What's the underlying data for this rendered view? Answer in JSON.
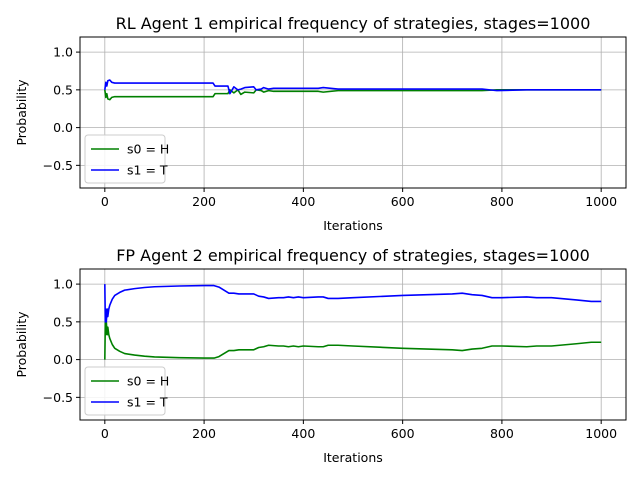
{
  "chart_data": [
    {
      "type": "line",
      "title": "RL Agent 1 empirical frequency of strategies, stages=1000",
      "xlabel": "Iterations",
      "ylabel": "Probability",
      "xlim": [
        -50,
        1050
      ],
      "ylim": [
        -0.8,
        1.2
      ],
      "xticks": [
        0,
        200,
        400,
        600,
        800,
        1000
      ],
      "yticks": [
        -0.5,
        0.0,
        0.5,
        1.0
      ],
      "xtick_labels": [
        "0",
        "200",
        "400",
        "600",
        "800",
        "1000"
      ],
      "ytick_labels": [
        "−0.5",
        "0.0",
        "0.5",
        "1.0"
      ],
      "grid": true,
      "legend_position": "lower-left",
      "series": [
        {
          "name": "s0 = H",
          "color": "#008000",
          "points": [
            [
              0,
              0.5
            ],
            [
              2,
              0.4
            ],
            [
              4,
              0.45
            ],
            [
              6,
              0.38
            ],
            [
              10,
              0.37
            ],
            [
              14,
              0.4
            ],
            [
              20,
              0.41
            ],
            [
              100,
              0.41
            ],
            [
              218,
              0.41
            ],
            [
              222,
              0.45
            ],
            [
              240,
              0.45
            ],
            [
              248,
              0.45
            ],
            [
              252,
              0.5
            ],
            [
              260,
              0.46
            ],
            [
              268,
              0.5
            ],
            [
              274,
              0.44
            ],
            [
              282,
              0.47
            ],
            [
              300,
              0.46
            ],
            [
              305,
              0.5
            ],
            [
              315,
              0.49
            ],
            [
              320,
              0.47
            ],
            [
              330,
              0.49
            ],
            [
              340,
              0.48
            ],
            [
              360,
              0.48
            ],
            [
              380,
              0.48
            ],
            [
              400,
              0.48
            ],
            [
              430,
              0.48
            ],
            [
              440,
              0.47
            ],
            [
              470,
              0.49
            ],
            [
              500,
              0.49
            ],
            [
              600,
              0.49
            ],
            [
              720,
              0.49
            ],
            [
              760,
              0.49
            ],
            [
              790,
              0.5
            ],
            [
              850,
              0.5
            ],
            [
              1000,
              0.5
            ]
          ]
        },
        {
          "name": "s1 = T",
          "color": "#0000ff",
          "points": [
            [
              0,
              0.5
            ],
            [
              2,
              0.6
            ],
            [
              4,
              0.55
            ],
            [
              6,
              0.62
            ],
            [
              10,
              0.63
            ],
            [
              14,
              0.6
            ],
            [
              20,
              0.59
            ],
            [
              100,
              0.59
            ],
            [
              218,
              0.59
            ],
            [
              222,
              0.55
            ],
            [
              240,
              0.55
            ],
            [
              248,
              0.55
            ],
            [
              252,
              0.45
            ],
            [
              260,
              0.54
            ],
            [
              268,
              0.5
            ],
            [
              274,
              0.51
            ],
            [
              282,
              0.53
            ],
            [
              300,
              0.54
            ],
            [
              305,
              0.5
            ],
            [
              315,
              0.51
            ],
            [
              320,
              0.53
            ],
            [
              330,
              0.51
            ],
            [
              340,
              0.52
            ],
            [
              360,
              0.52
            ],
            [
              380,
              0.52
            ],
            [
              400,
              0.52
            ],
            [
              430,
              0.52
            ],
            [
              440,
              0.53
            ],
            [
              470,
              0.51
            ],
            [
              500,
              0.51
            ],
            [
              600,
              0.51
            ],
            [
              720,
              0.51
            ],
            [
              760,
              0.51
            ],
            [
              790,
              0.49
            ],
            [
              850,
              0.5
            ],
            [
              1000,
              0.5
            ]
          ]
        }
      ]
    },
    {
      "type": "line",
      "title": "FP Agent 2 empirical frequency of strategies, stages=1000",
      "xlabel": "Iterations",
      "ylabel": "Probability",
      "xlim": [
        -50,
        1050
      ],
      "ylim": [
        -0.8,
        1.2
      ],
      "xticks": [
        0,
        200,
        400,
        600,
        800,
        1000
      ],
      "yticks": [
        -0.5,
        0.0,
        0.5,
        1.0
      ],
      "xtick_labels": [
        "0",
        "200",
        "400",
        "600",
        "800",
        "1000"
      ],
      "ytick_labels": [
        "−0.5",
        "0.0",
        "0.5",
        "1.0"
      ],
      "grid": true,
      "legend_position": "lower-left",
      "series": [
        {
          "name": "s0 = H",
          "color": "#008000",
          "points": [
            [
              0,
              0.0
            ],
            [
              1,
              0.5
            ],
            [
              2,
              0.33
            ],
            [
              3,
              0.5
            ],
            [
              4,
              0.4
            ],
            [
              5,
              0.33
            ],
            [
              6,
              0.43
            ],
            [
              8,
              0.33
            ],
            [
              10,
              0.28
            ],
            [
              15,
              0.2
            ],
            [
              20,
              0.15
            ],
            [
              30,
              0.11
            ],
            [
              40,
              0.08
            ],
            [
              60,
              0.06
            ],
            [
              80,
              0.045
            ],
            [
              100,
              0.035
            ],
            [
              150,
              0.025
            ],
            [
              200,
              0.02
            ],
            [
              220,
              0.02
            ],
            [
              230,
              0.04
            ],
            [
              250,
              0.12
            ],
            [
              260,
              0.12
            ],
            [
              270,
              0.13
            ],
            [
              280,
              0.13
            ],
            [
              300,
              0.13
            ],
            [
              310,
              0.16
            ],
            [
              320,
              0.17
            ],
            [
              330,
              0.19
            ],
            [
              350,
              0.18
            ],
            [
              360,
              0.18
            ],
            [
              370,
              0.17
            ],
            [
              380,
              0.18
            ],
            [
              390,
              0.17
            ],
            [
              400,
              0.18
            ],
            [
              430,
              0.17
            ],
            [
              440,
              0.17
            ],
            [
              450,
              0.19
            ],
            [
              470,
              0.19
            ],
            [
              500,
              0.18
            ],
            [
              600,
              0.15
            ],
            [
              700,
              0.13
            ],
            [
              720,
              0.12
            ],
            [
              740,
              0.14
            ],
            [
              760,
              0.15
            ],
            [
              780,
              0.18
            ],
            [
              800,
              0.18
            ],
            [
              850,
              0.17
            ],
            [
              870,
              0.18
            ],
            [
              900,
              0.18
            ],
            [
              950,
              0.21
            ],
            [
              980,
              0.23
            ],
            [
              1000,
              0.23
            ]
          ]
        },
        {
          "name": "s1 = T",
          "color": "#0000ff",
          "points": [
            [
              0,
              1.0
            ],
            [
              1,
              0.5
            ],
            [
              2,
              0.67
            ],
            [
              3,
              0.5
            ],
            [
              4,
              0.6
            ],
            [
              5,
              0.67
            ],
            [
              6,
              0.57
            ],
            [
              8,
              0.67
            ],
            [
              10,
              0.72
            ],
            [
              15,
              0.8
            ],
            [
              20,
              0.85
            ],
            [
              30,
              0.89
            ],
            [
              40,
              0.92
            ],
            [
              60,
              0.94
            ],
            [
              80,
              0.955
            ],
            [
              100,
              0.965
            ],
            [
              150,
              0.975
            ],
            [
              200,
              0.98
            ],
            [
              220,
              0.98
            ],
            [
              230,
              0.96
            ],
            [
              250,
              0.88
            ],
            [
              260,
              0.88
            ],
            [
              270,
              0.87
            ],
            [
              280,
              0.87
            ],
            [
              300,
              0.87
            ],
            [
              310,
              0.84
            ],
            [
              320,
              0.83
            ],
            [
              330,
              0.81
            ],
            [
              350,
              0.82
            ],
            [
              360,
              0.82
            ],
            [
              370,
              0.83
            ],
            [
              380,
              0.82
            ],
            [
              390,
              0.83
            ],
            [
              400,
              0.82
            ],
            [
              430,
              0.83
            ],
            [
              440,
              0.83
            ],
            [
              450,
              0.81
            ],
            [
              470,
              0.81
            ],
            [
              500,
              0.82
            ],
            [
              600,
              0.85
            ],
            [
              700,
              0.87
            ],
            [
              720,
              0.88
            ],
            [
              740,
              0.86
            ],
            [
              760,
              0.85
            ],
            [
              780,
              0.82
            ],
            [
              800,
              0.82
            ],
            [
              850,
              0.83
            ],
            [
              870,
              0.82
            ],
            [
              900,
              0.82
            ],
            [
              950,
              0.79
            ],
            [
              980,
              0.77
            ],
            [
              1000,
              0.77
            ]
          ]
        }
      ]
    }
  ]
}
